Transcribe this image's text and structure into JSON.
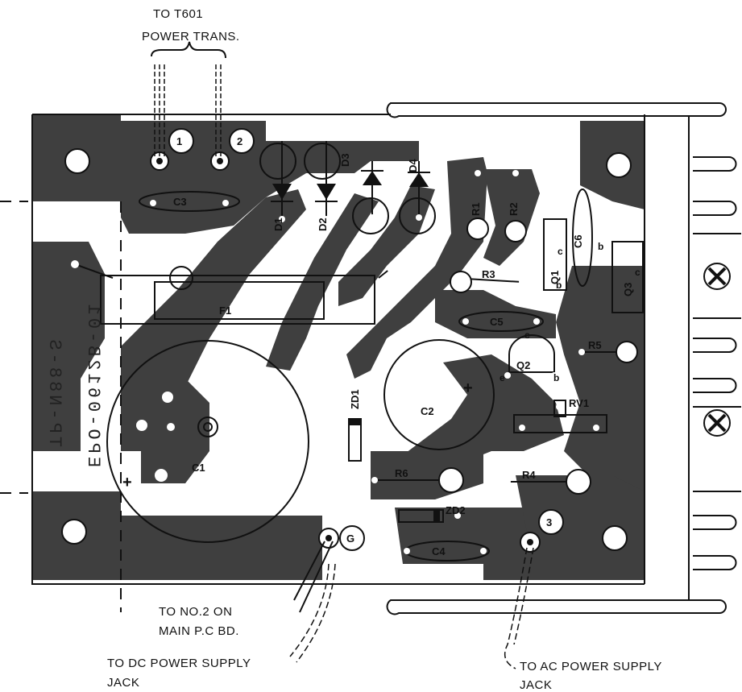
{
  "external_labels": {
    "to_t601_line1": "TO T601",
    "to_t601_line2": "POWER TRANS.",
    "to_no2_line1": "TO NO.2 ON",
    "to_no2_line2": "MAIN P.C BD.",
    "to_dc_line1": "TO DC POWER SUPPLY",
    "to_dc_line2": "JACK",
    "to_ac_line1": "TO AC POWER SUPPLY",
    "to_ac_line2": "JACK"
  },
  "board_id": {
    "line1": "TP-N88-S",
    "line2": "EPO-0612B-01"
  },
  "terminals": {
    "t1": "1",
    "t2": "2",
    "t3": "3",
    "tg": "G"
  },
  "components": {
    "c1": "C1",
    "c2": "C2",
    "c3": "C3",
    "c4": "C4",
    "c5": "C5",
    "c6": "C6",
    "d1": "D1",
    "d2": "D2",
    "d3": "D3",
    "d4": "D4",
    "f1": "F1",
    "r1": "R1",
    "r2": "R2",
    "r3": "R3",
    "r4": "R4",
    "r5": "R5",
    "r6": "R6",
    "q1": "Q1",
    "q2": "Q2",
    "q3": "Q3",
    "rv1": "RV1",
    "zd1": "ZD1",
    "zd2": "ZD2"
  },
  "pin_marks": {
    "plus1": "+",
    "plus2": "+",
    "q2_c": "c",
    "q2_b": "b",
    "q2_e": "e",
    "q1_b": "b",
    "q1_c": "c",
    "q3_b": "b",
    "q3_c": "c"
  }
}
